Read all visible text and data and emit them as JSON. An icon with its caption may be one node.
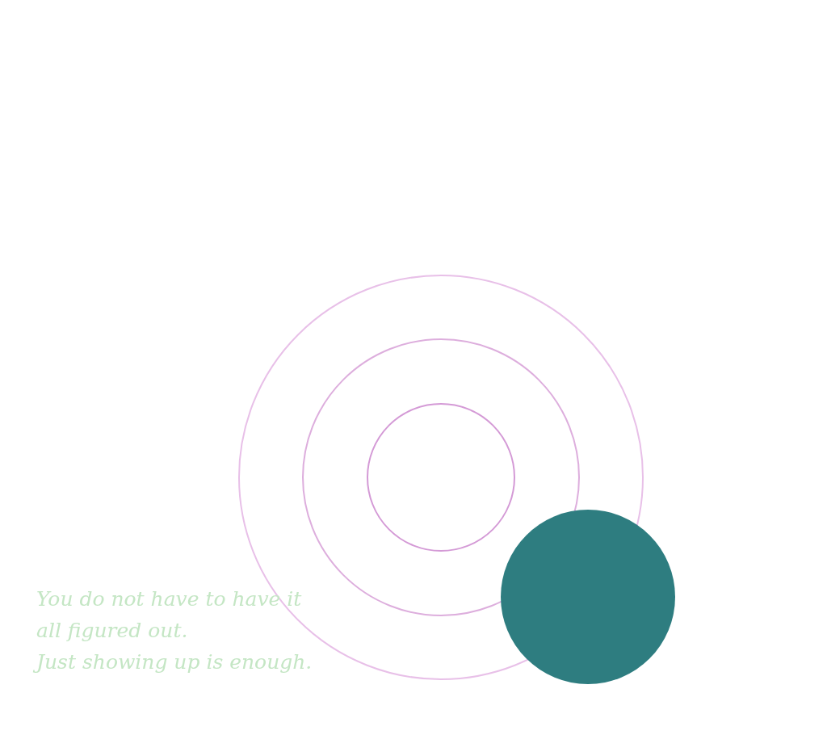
{
  "diagram": {
    "nodes": [
      {
        "text": [],
        "shape": "circle"
      }
    ],
    "labels": [
      "You do not have to have it all figured out.",
      "Just showing up is enough."
    ]
  }
}
